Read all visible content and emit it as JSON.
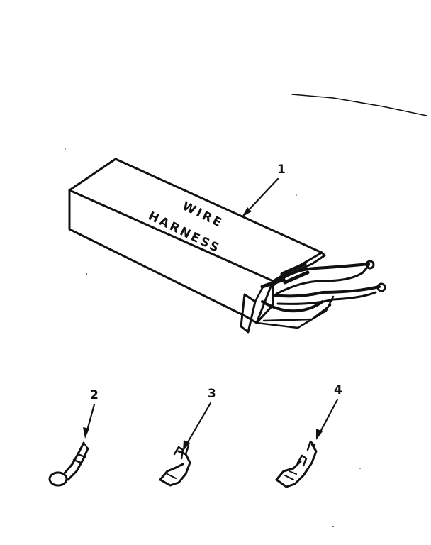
{
  "box_text": {
    "line1": "WIRE",
    "line2": "HARNESS"
  },
  "callouts": [
    {
      "id": "1"
    },
    {
      "id": "2"
    },
    {
      "id": "3"
    },
    {
      "id": "4"
    }
  ],
  "colors": {
    "ink": "#111111",
    "paper": "#ffffff"
  }
}
